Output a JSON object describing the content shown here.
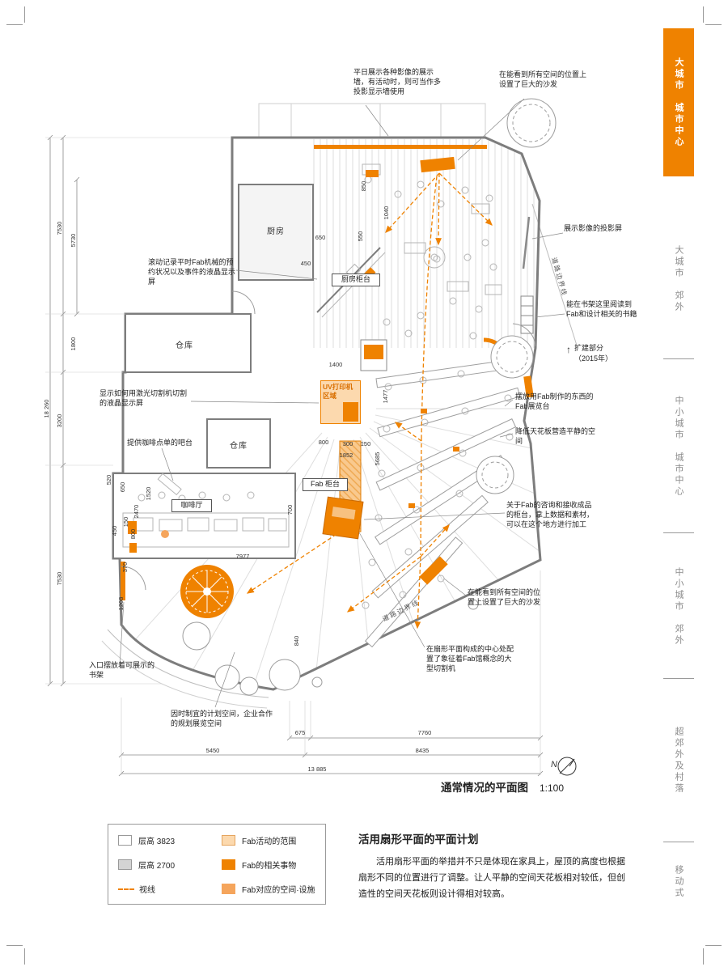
{
  "accent": "#ef8200",
  "sidebar": {
    "tabs": [
      "大城市　城市中心",
      "大城市　郊外",
      "中小城市　城市中心",
      "中小城市　郊外",
      "超郊外及村落",
      "移动式"
    ]
  },
  "plan": {
    "rooms": [
      "厨房",
      "仓库",
      "仓库",
      "厨房柜台",
      "咖啡厅",
      "Fab 柜台",
      "UV打印机区域"
    ],
    "road_label": "道路边界线",
    "north": "N",
    "expansion": {
      "arrow": "↑",
      "line1": "扩建部分",
      "line2": "（2015年）"
    },
    "annotations": [
      "平日展示各种影像的展示墙，有活动时，则可当作多投影显示墙使用",
      "在能看到所有空间的位置上设置了巨大的沙发",
      "展示影像的投影屏",
      "滚动记录平时Fab机械的预约状况以及事件的液晶显示屏",
      "能在书架这里阅读到Fab和设计相关的书籍",
      "显示如何用激光切割机切割的液晶显示屏",
      "摆放用Fab制作的东西的Fab展览台",
      "降低天花板营造平静的空间",
      "提供咖啡点单的吧台",
      "关于Fab的咨询和接收成品的柜台，拿上数据和素材，可以在这个地方进行加工",
      "在能看到所有空间的位置上设置了巨大的沙发",
      "在扇形平面构成的中心处配置了象征着Fab馆概念的大型切割机",
      "入口摆放着可展示的书架",
      "因时制宜的计划空间，企业合作的规划展览空间"
    ],
    "dims": [
      "18 260",
      "7530",
      "5730",
      "1800",
      "3200",
      "7530",
      "850",
      "1040",
      "650",
      "550",
      "450",
      "1400",
      "1477",
      "800",
      "300",
      "150",
      "1852",
      "5685",
      "700",
      "7977",
      "840",
      "520",
      "650",
      "1520",
      "2470",
      "450",
      "800",
      "150",
      "370",
      "1208",
      "675",
      "7760",
      "5450",
      "8435",
      "13 885"
    ]
  },
  "caption": {
    "title": "通常情况的平面图",
    "scale": "1:100"
  },
  "legend": {
    "items": [
      "层高 3823",
      "层高 2700",
      "视线",
      "Fab活动的范围",
      "Fab的相关事物",
      "Fab对应的空间·设施"
    ]
  },
  "description": {
    "title": "活用扇形平面的平面计划",
    "body": "活用扇形平面的举措并不只是体现在家具上，屋顶的高度也根据扇形不同的位置进行了调整。让人平静的空间天花板相对较低，但创造性的空间天花板则设计得相对较高。"
  }
}
